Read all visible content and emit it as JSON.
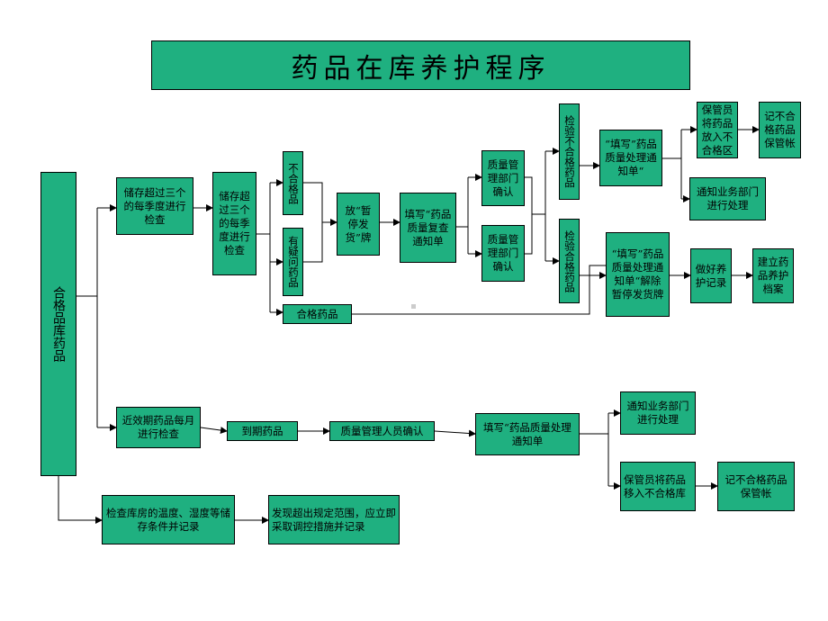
{
  "title": "药品在库养护程序",
  "nodes": {
    "qualified_stock": "合格品库药品",
    "quarterly_over3": "储存超过三个的每季度进行检查",
    "quarterly_over3_b": "储存超过三个的每季度进行检查",
    "unqualified": "不合格品",
    "suspicious": "有疑问药品",
    "qualified_drugs": "合格药品",
    "hang_stop_sign": "放“暂停发货”牌",
    "fill_recheck_notice": "填写“药品质量复查通知单",
    "qm_confirm_1": "质量管理部门确认",
    "qm_confirm_2": "质量管理部门确认",
    "inspect_unqualified": "检验不合格药品",
    "inspect_qualified": "检验合格药品",
    "fill_notice_1": "“填写”药品质量处理通知单“",
    "fill_notice_2": "“填写”药品质量处理通知单“解除暂停发货牌",
    "keeper_unqualified_area": "保管员将药品放入不合格区",
    "record_unqualified_ledger": "记不合格药品保管帐",
    "notify_business_1": "通知业务部门进行处理",
    "maintenance_record": "做好养护记录",
    "build_archive": "建立药品养护档案",
    "near_expiry_monthly": "近效期药品每月进行检查",
    "expired_drugs": "到期药品",
    "qm_staff_confirm": "质量管理人员确认",
    "fill_quality_notice": "填写“药品质量处理通知单",
    "notify_business_2": "通知业务部门进行处理",
    "keeper_move_unqualified": "保管员将药品移入不合格库",
    "record_unqualified_ledger_2": "记不合格药品保管帐",
    "check_temp_humidity": "检查库房的温度、湿度等储存条件并记录",
    "adjust_measures": "发现超出规定范围，应立即采取调控措施并记录"
  },
  "colors": {
    "box_fill": "#1fb080",
    "line": "#000000"
  }
}
